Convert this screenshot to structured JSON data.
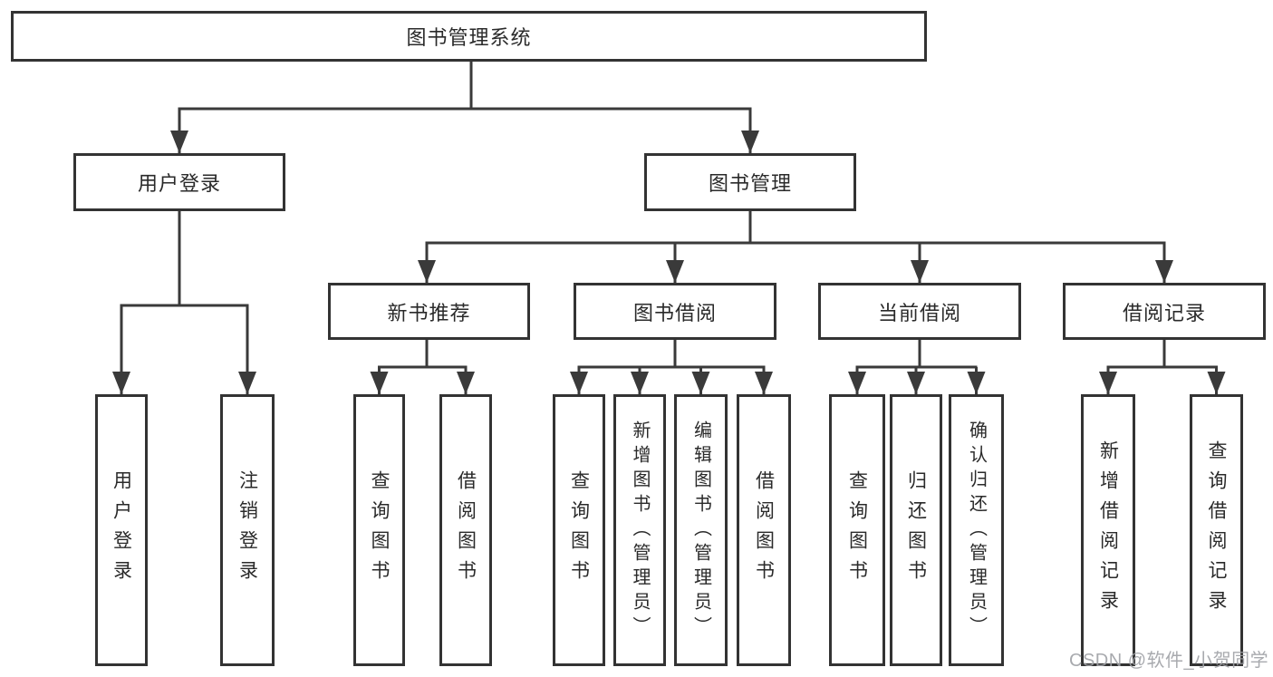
{
  "diagram": {
    "root": {
      "label": "图书管理系统"
    },
    "branches": [
      {
        "label": "用户登录",
        "children": [
          {
            "label": "用户登录"
          },
          {
            "label": "注销登录"
          }
        ]
      },
      {
        "label": "图书管理",
        "children": [
          {
            "label": "新书推荐",
            "children": [
              {
                "label": "查询图书"
              },
              {
                "label": "借阅图书"
              }
            ]
          },
          {
            "label": "图书借阅",
            "children": [
              {
                "label": "查询图书"
              },
              {
                "label": "新增图书（管理员）"
              },
              {
                "label": "编辑图书（管理员）"
              },
              {
                "label": "借阅图书"
              }
            ]
          },
          {
            "label": "当前借阅",
            "children": [
              {
                "label": "查询图书"
              },
              {
                "label": "归还图书"
              },
              {
                "label": "确认归还（管理员）"
              }
            ]
          },
          {
            "label": "借阅记录",
            "children": [
              {
                "label": "新增借阅记录"
              },
              {
                "label": "查询借阅记录"
              }
            ]
          }
        ]
      }
    ]
  },
  "watermark": {
    "text": "CSDN @软件_小贺同学"
  },
  "colors": {
    "line": "#3a3a3a",
    "box_border": "#333333",
    "text": "#2a2a2a",
    "watermark": "#9fa1a6",
    "background": "#ffffff"
  }
}
